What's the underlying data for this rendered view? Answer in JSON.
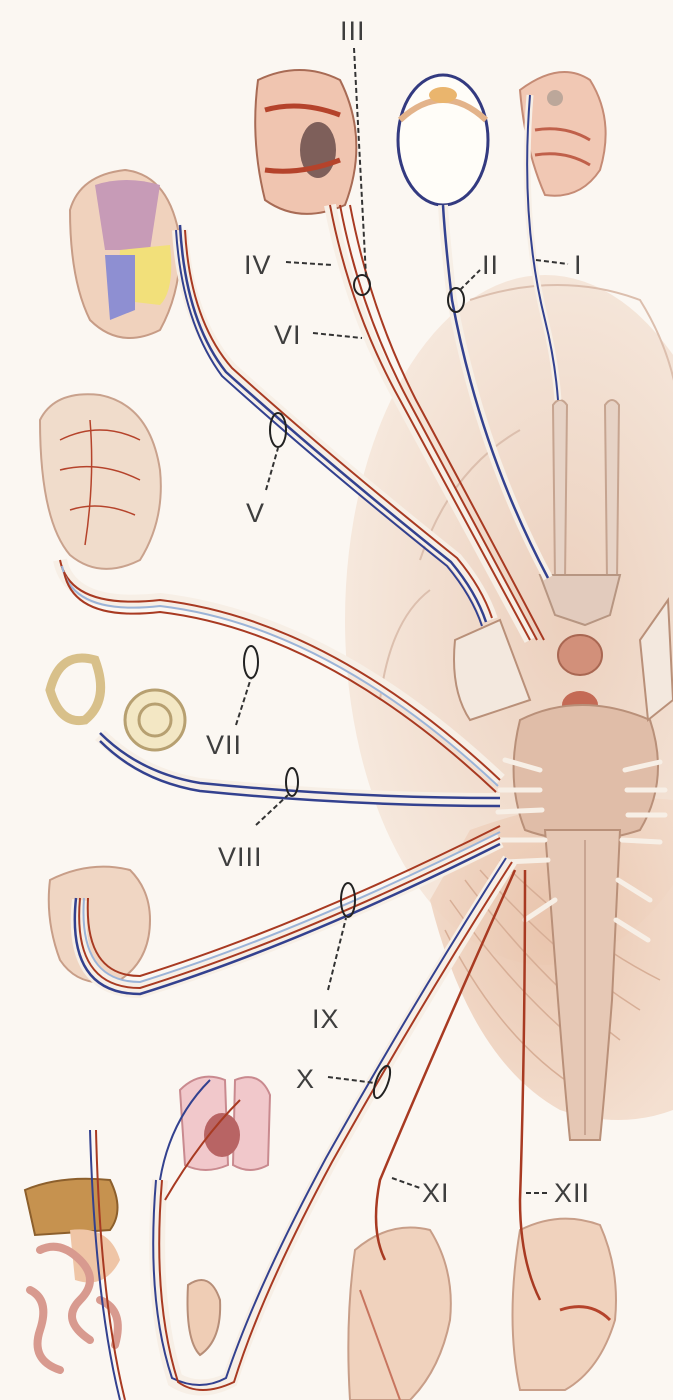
{
  "labels": {
    "I": "I",
    "II": "II",
    "III": "III",
    "IV": "IV",
    "V": "V",
    "VI": "VI",
    "VII": "VII",
    "VIII": "VIII",
    "IX": "IX",
    "X": "X",
    "XI": "XI",
    "XII": "XII"
  },
  "colors": {
    "background": "#fbf7f2",
    "brain": "#ecd5c4",
    "brainstem": "#e3c2ad",
    "skin": "#f0d2bd",
    "motor_nerve": "#a83a22",
    "sensory_nerve": "#33418f",
    "light_sensory": "#9cb4d8",
    "nerve_sheath": "#f7efe6",
    "label_text": "#3e3e3e"
  }
}
